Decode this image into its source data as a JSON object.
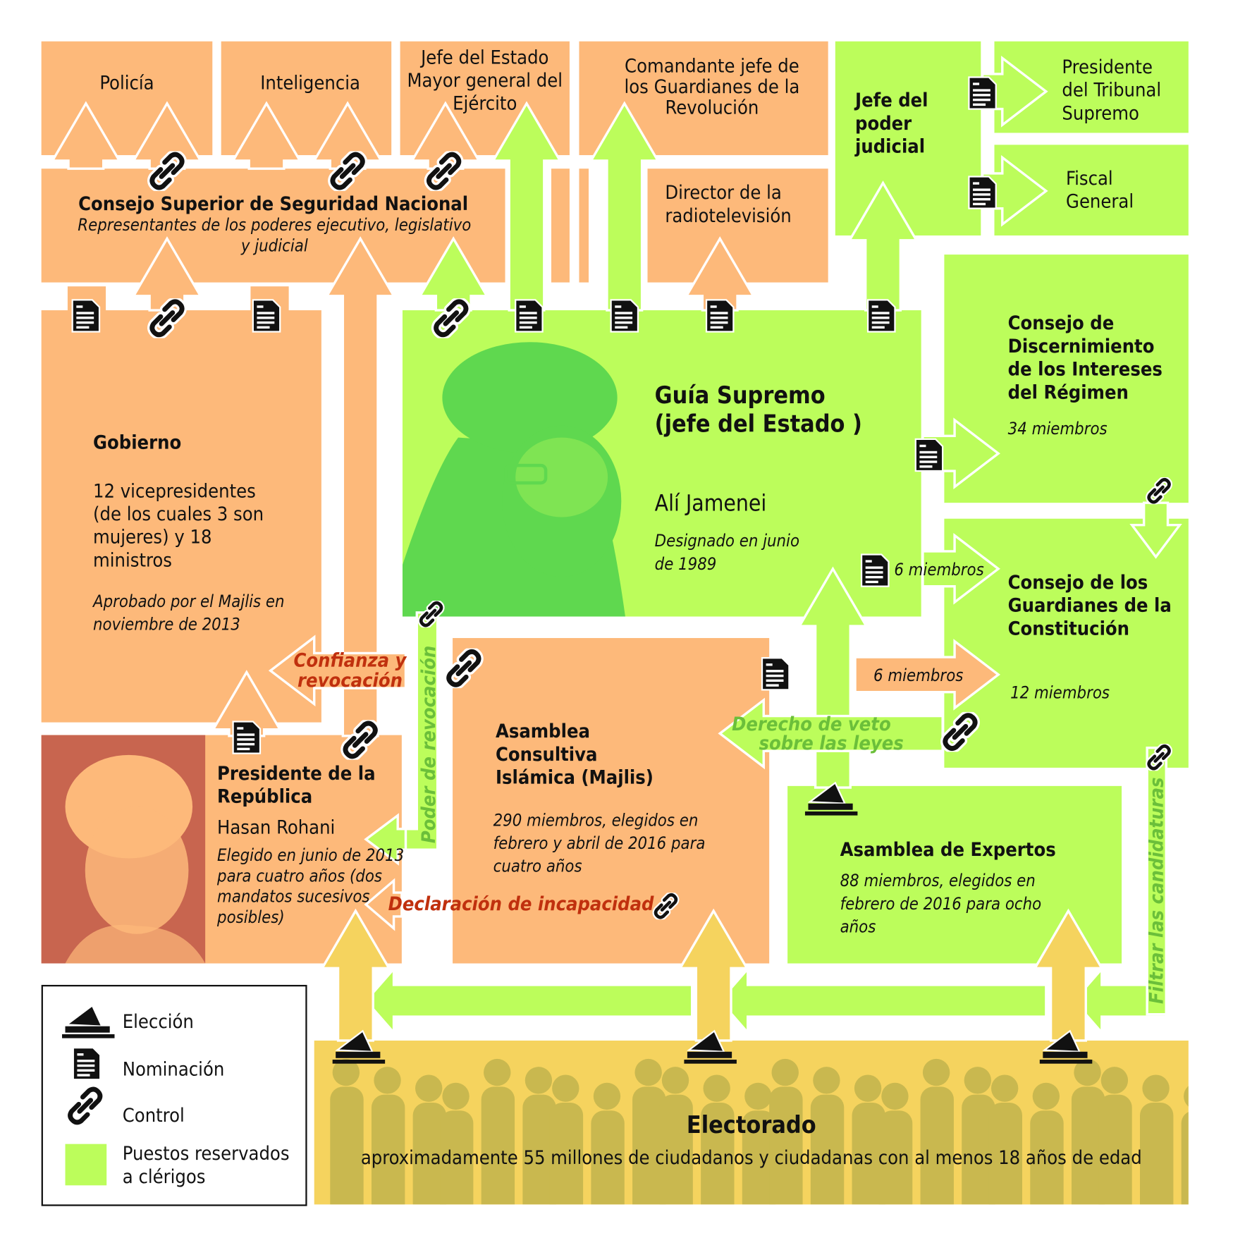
{
  "boxes": {
    "policia": "Policía",
    "inteligencia": "Inteligencia",
    "jefe_estado_mayor": "Jefe del Estado Mayor general del Ejército",
    "comandante": "Comandante jefe de los Guardianes de la Revolución",
    "consejo_seguridad_title": "Consejo Superior de Seguridad Nacional",
    "consejo_seguridad_sub": "Representantes de los poderes ejecutivo, legislativo y judicial",
    "director_rtv": "Director de la radiotelevisión",
    "jefe_judicial": "Jefe del poder judicial",
    "presidente_tribunal": "Presidente del Tribunal Supremo",
    "fiscal": "Fiscal General",
    "gobierno_title": "Gobierno",
    "gobierno_desc": "12 vicepresidentes (de los cuales 3 son mujeres) y 18 ministros",
    "gobierno_note": "Aprobado por el Majlis en noviembre de 2013",
    "guia_title": "Guía Supremo (jefe del Estado )",
    "guia_name": "Alí Jamenei",
    "guia_note": "Designado en junio de 1989",
    "discernimiento_title": "Consejo de Discernimiento de los Intereses del Régimen",
    "discernimiento_members": "34 miembros",
    "guardianes_title": "Consejo de los Guardianes de la Constitución",
    "guardianes_members": "12 miembros",
    "presidente_title": "Presidente de la República",
    "presidente_name": "Hasan Rohani",
    "presidente_note": "Elegido en junio de 2013 para cuatro años (dos mandatos sucesivos posibles)",
    "majlis_title": "Asamblea Consultiva Islámica (Majlis)",
    "majlis_note": "290 miembros, elegidos en febrero y abril de 2016 para cuatro años",
    "expertos_title": "Asamblea de Expertos",
    "expertos_note": "88 miembros, elegidos en febrero de 2016 para ocho años",
    "electorado_title": "Electorado",
    "electorado_note": "aproximadamente 55 millones de ciudadanos y ciudadanas con al menos 18 años de edad"
  },
  "arrows": {
    "seis_miembros_1": "6 miembros",
    "seis_miembros_2": "6 miembros",
    "confianza": "Confianza y revocación",
    "poder_revocacion": "Poder de revocación",
    "derecho_veto_1": "Derecho de veto",
    "derecho_veto_2": "sobre las leyes",
    "incapacidad": "Declaración de incapacidad",
    "filtrar": "Filtrar las candidaturas"
  },
  "legend": {
    "eleccion": "Elección",
    "nominacion": "Nominación",
    "control": "Control",
    "reservados": "Puestos reservados a clérigos"
  },
  "colors": {
    "orange": "#FDB97A",
    "green": "#BCFD5B",
    "yellow": "#F5D35E",
    "red": "#C0300E",
    "text_green": "#6BBF3A"
  }
}
